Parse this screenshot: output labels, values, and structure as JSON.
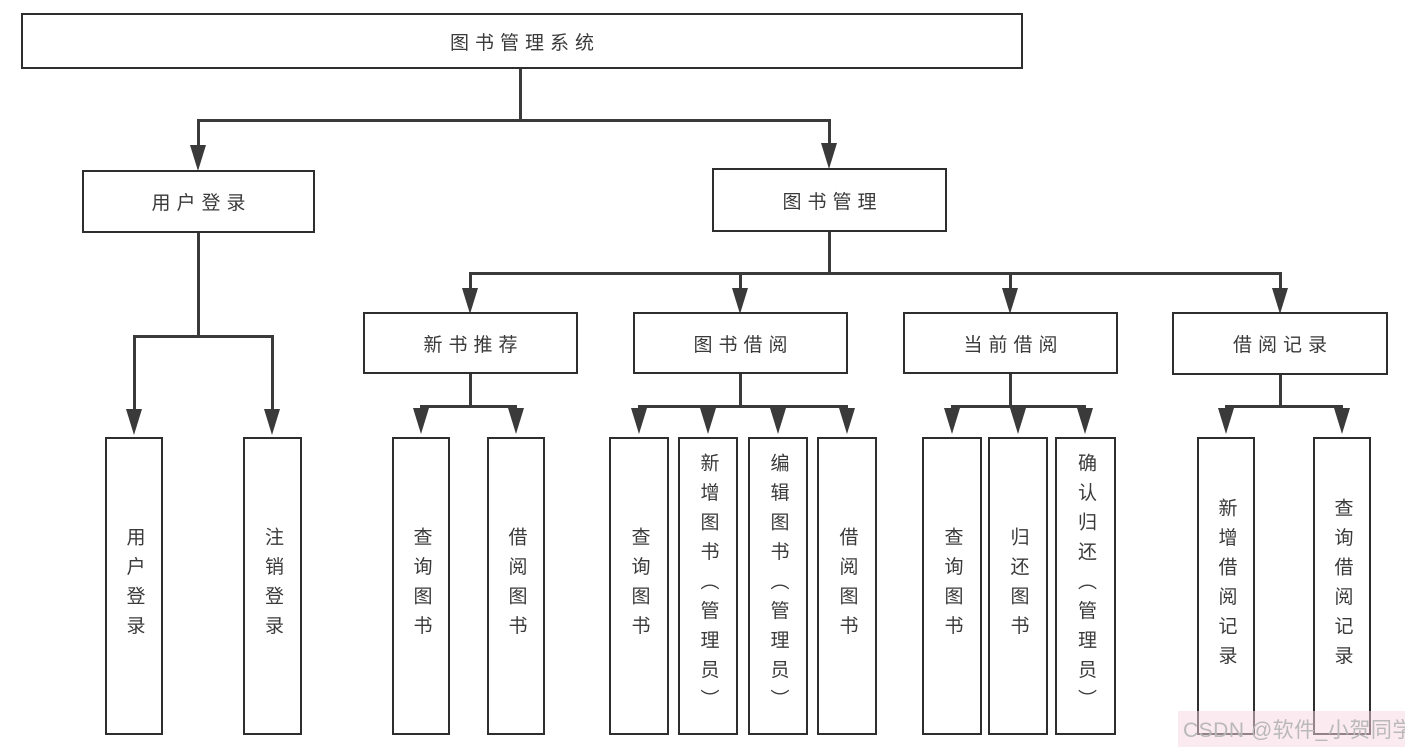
{
  "title": "图书管理系统",
  "tree": {
    "root": "图书管理系统",
    "branches": [
      {
        "label": "用户登录",
        "children": [
          {
            "label": "用户登录"
          },
          {
            "label": "注销登录"
          }
        ]
      },
      {
        "label": "图书管理",
        "children": [
          {
            "label": "新书推荐",
            "children": [
              {
                "label": "查询图书"
              },
              {
                "label": "借阅图书"
              }
            ]
          },
          {
            "label": "图书借阅",
            "children": [
              {
                "label": "查询图书"
              },
              {
                "label": "新增图书（管理员）"
              },
              {
                "label": "编辑图书（管理员）"
              },
              {
                "label": "借阅图书"
              }
            ]
          },
          {
            "label": "当前借阅",
            "children": [
              {
                "label": "查询图书"
              },
              {
                "label": "归还图书"
              },
              {
                "label": "确认归还（管理员）"
              }
            ]
          },
          {
            "label": "借阅记录",
            "children": [
              {
                "label": "新增借阅记录"
              },
              {
                "label": "查询借阅记录"
              }
            ]
          }
        ]
      }
    ]
  },
  "watermark": "CSDN @软件_小贺同学",
  "colors": {
    "background": "#ffffff",
    "border": "#2e2e2e",
    "line": "#3a3a3a",
    "text": "#3a3a3a",
    "watermark": "#b9b9b9"
  }
}
